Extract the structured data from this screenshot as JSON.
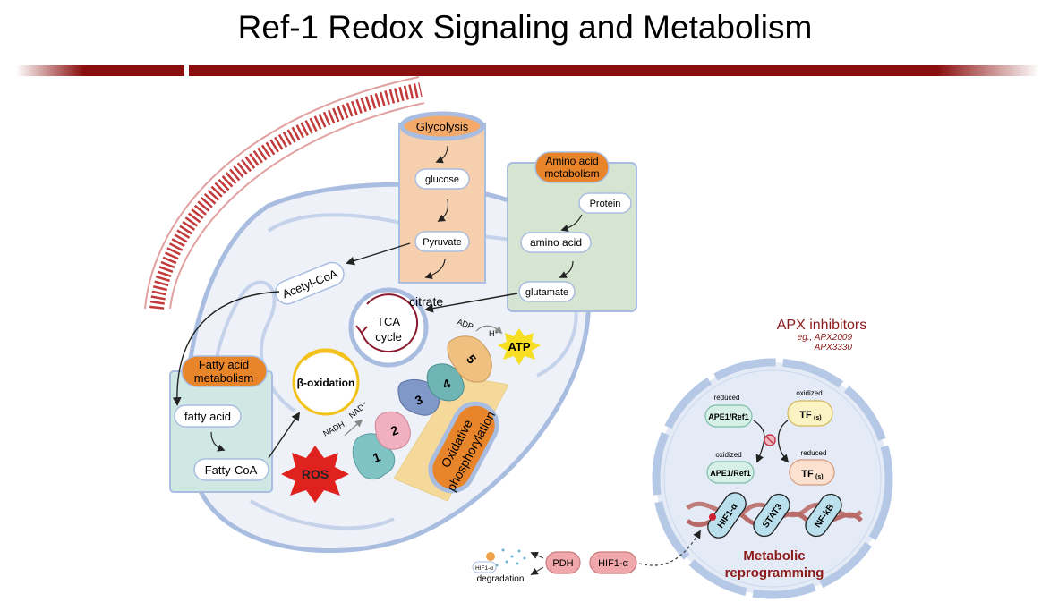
{
  "title": "Ref-1 Redox Signaling and Metabolism",
  "glycolysis": {
    "header": "Glycolysis",
    "glucose": "glucose",
    "pyruvate": "Pyruvate"
  },
  "amino_acid": {
    "header_line1": "Amino acid",
    "header_line2": "metabolism",
    "protein": "Protein",
    "amino_acid": "amino acid",
    "glutamate": "glutamate"
  },
  "fatty_acid": {
    "header_line1": "Fatty acid",
    "header_line2": "metabolism",
    "fatty_acid": "fatty acid",
    "fatty_coa": "Fatty-CoA"
  },
  "mito": {
    "acetyl_coa": "Acetyl-CoA",
    "citrate": "citrate",
    "tca_line1": "TCA",
    "tca_line2": "cycle",
    "beta_oxidation": "β-oxidation",
    "nadh": "NADH",
    "nad": "NAD⁺",
    "adp": "ADP",
    "h_plus": "H⁺",
    "atp": "ATP",
    "ros": "ROS",
    "oxphos_line1": "Oxidative",
    "oxphos_line2": "phosphorylation",
    "complexes": [
      "1",
      "2",
      "3",
      "4",
      "5"
    ]
  },
  "nucleus": {
    "reduced_top": "reduced",
    "oxidized_top": "oxidized",
    "ape1_reduced": "APE1/Ref1",
    "tf_oxidized": "TF",
    "oxidized_bottom": "oxidized",
    "reduced_bottom": "reduced",
    "ape1_oxidized": "APE1/Ref1",
    "tf_reduced": "TF",
    "tf_sub": "(s)",
    "factors": [
      "HIF1-α",
      "STAT3",
      "NF-kB"
    ],
    "reprog_line1": "Metabolic",
    "reprog_line2": "reprogramming"
  },
  "apx": {
    "label": "APX inhibitors",
    "eg_line1": "eg., APX2009",
    "eg_line2": "APX3330"
  },
  "cytoplasm": {
    "pdh": "PDH",
    "hif1a": "HIF1-α",
    "hif1a_small": "HIF1-α",
    "degradation": "degradation"
  },
  "colors": {
    "accent_red": "#8b0e0e",
    "orange": "#e8842a",
    "membrane": "#a9bde0",
    "glyco_fill": "#f6cfae",
    "amino_fill": "#d6e4d2",
    "fatty_fill": "#cfe8e4"
  }
}
